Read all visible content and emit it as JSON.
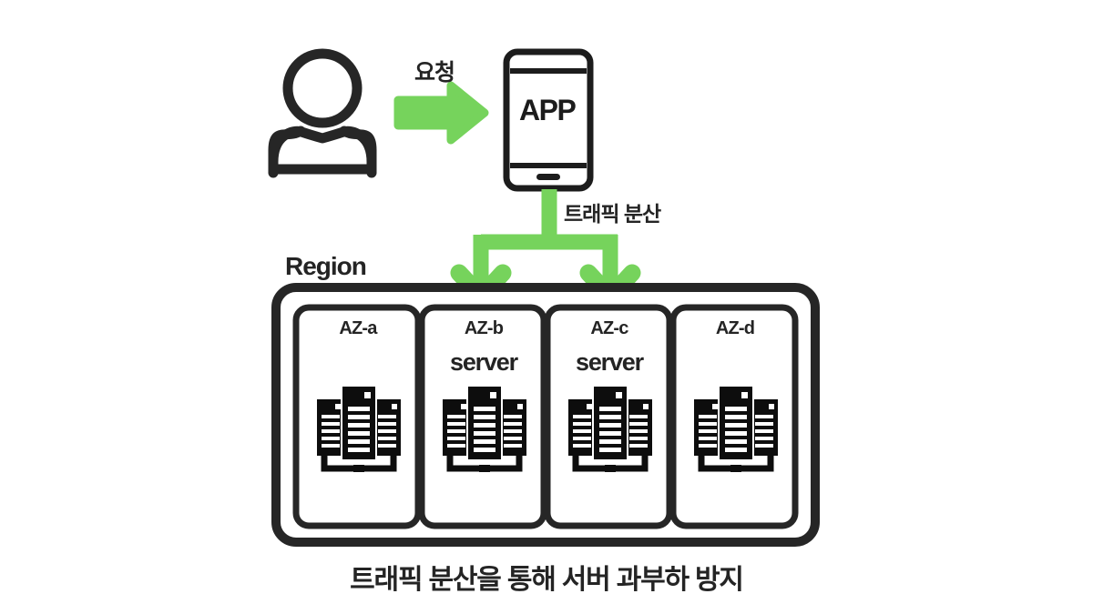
{
  "diagram": {
    "title": "트래픽 분산을 통해 서버 과부하 방지",
    "colors": {
      "accent_green": "#76d35c",
      "stroke_dark": "#262626",
      "background": "#ffffff"
    },
    "actor": {
      "icon": "user-icon"
    },
    "request_arrow": {
      "label": "요청",
      "icon": "arrow-right-icon"
    },
    "phone": {
      "screen_label": "APP",
      "icon": "smartphone-icon"
    },
    "split_arrow": {
      "label": "트래픽 분산",
      "icon": "arrow-split-down-icon"
    },
    "region": {
      "label": "Region",
      "zones": [
        {
          "name": "AZ-a",
          "server_label": "",
          "has_server_label": false,
          "icon": "server-rack-icon"
        },
        {
          "name": "AZ-b",
          "server_label": "server",
          "has_server_label": true,
          "icon": "server-rack-icon"
        },
        {
          "name": "AZ-c",
          "server_label": "server",
          "has_server_label": true,
          "icon": "server-rack-icon"
        },
        {
          "name": "AZ-d",
          "server_label": "",
          "has_server_label": false,
          "icon": "server-rack-icon"
        }
      ]
    },
    "caption": "트래픽 분산을 통해 서버 과부하 방지"
  }
}
